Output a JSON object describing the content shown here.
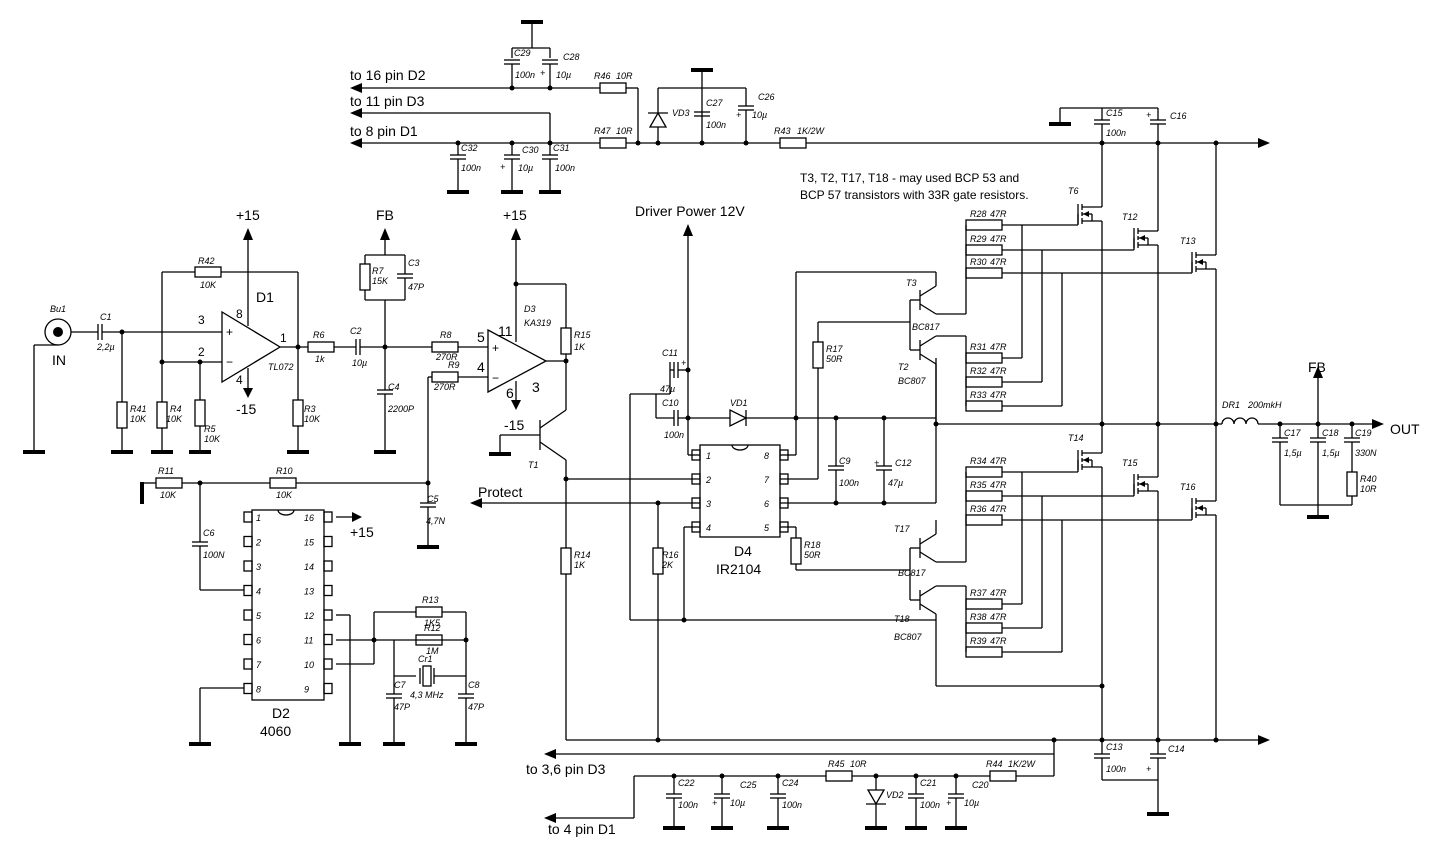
{
  "labels": {
    "d2_pin16": "to 16 pin D2",
    "d3_pin11": "to 11 pin D3",
    "d1_pin8": "to 8 pin D1",
    "d3_pin36": "to 3,6 pin D3",
    "d1_pin4": "to 4 pin D1",
    "driver_power": "Driver Power 12V",
    "protect": "Protect",
    "out": "OUT",
    "in": "IN",
    "fb1": "FB",
    "fb2": "FB",
    "plus15_a": "+15",
    "plus15_b": "+15",
    "plus15_c": "+15",
    "minus15_a": "-15",
    "minus15_b": "-15",
    "note_line1": "T3, T2, T17, T18 - may used BCP 53 and",
    "note_line2": "BCP 57 transistors with 33R gate resistors."
  },
  "ics": {
    "d1": {
      "ref": "D1",
      "part": "TL072",
      "pins": [
        "3",
        "2",
        "1",
        "8",
        "4"
      ]
    },
    "d3": {
      "ref": "D3",
      "part": "KA319",
      "pins": [
        "5",
        "4",
        "11",
        "6",
        "3"
      ]
    },
    "d2": {
      "ref": "D2",
      "part": "4060",
      "left_pins": [
        "1",
        "2",
        "3",
        "4",
        "5",
        "6",
        "7",
        "8"
      ],
      "right_pins": [
        "16",
        "15",
        "14",
        "13",
        "12",
        "11",
        "10",
        "9"
      ]
    },
    "d4": {
      "ref": "D4",
      "part": "IR2104",
      "left_pins": [
        "1",
        "2",
        "3",
        "4"
      ],
      "right_pins": [
        "8",
        "7",
        "6",
        "5"
      ]
    }
  },
  "transistors": {
    "t1": "T1",
    "t2": "T2",
    "t2_part": "BC807",
    "t3": "T3",
    "t3_part": "BC817",
    "t17": "T17",
    "t17_part": "BC817",
    "t18": "T18",
    "t18_part": "BC807",
    "t6": "T6",
    "t12": "T12",
    "t13": "T13",
    "t14": "T14",
    "t15": "T15",
    "t16": "T16"
  },
  "components": {
    "bu1": "Bu1",
    "c1": [
      "C1",
      "2,2µ"
    ],
    "r42": [
      "R42",
      "10K"
    ],
    "r41": [
      "R41",
      "10K"
    ],
    "r4": [
      "R4",
      "10K"
    ],
    "r5": [
      "R5",
      "10K"
    ],
    "r3": [
      "R3",
      "10K"
    ],
    "r6": [
      "R6",
      "1k"
    ],
    "c2": [
      "C2",
      "10µ"
    ],
    "r7": [
      "R7",
      "15K"
    ],
    "c3": [
      "C3",
      "47P"
    ],
    "c4": [
      "C4",
      "2200P"
    ],
    "r8": [
      "R8",
      "270R"
    ],
    "r9": [
      "R9",
      "270R"
    ],
    "r15": [
      "R15",
      "1K"
    ],
    "r14": [
      "R14",
      "1K"
    ],
    "r11": [
      "R11",
      "10K"
    ],
    "r10": [
      "R10",
      "10K"
    ],
    "c5": [
      "C5",
      "4,7N"
    ],
    "c6": [
      "C6",
      "100N"
    ],
    "r13": [
      "R13",
      "1K5"
    ],
    "r12": [
      "R12",
      "1M"
    ],
    "cr1": [
      "Cr1",
      "4,3 MHz"
    ],
    "c7": [
      "C7",
      "47P"
    ],
    "c8": [
      "C8",
      "47P"
    ],
    "c29": [
      "C29",
      "100n"
    ],
    "c28": [
      "C28",
      "10µ"
    ],
    "r46": [
      "R46",
      "10R"
    ],
    "r47": [
      "R47",
      "10R"
    ],
    "vd3": "VD3",
    "c27": [
      "C27",
      "100n"
    ],
    "c26": [
      "C26",
      "10µ"
    ],
    "r43": [
      "R43",
      "1K/2W"
    ],
    "c32": [
      "C32",
      "100n"
    ],
    "c30": [
      "C30",
      "10µ"
    ],
    "c31": [
      "C31",
      "100n"
    ],
    "c15": [
      "C15",
      "100n"
    ],
    "c16": "C16",
    "c11": [
      "C11",
      "47µ"
    ],
    "c10": [
      "C10",
      "100n"
    ],
    "vd1": "VD1",
    "c9": [
      "C9",
      "100n"
    ],
    "c12": [
      "C12",
      "47µ"
    ],
    "r16": [
      "R16",
      "2K"
    ],
    "r17": [
      "R17",
      "50R"
    ],
    "r18": [
      "R18",
      "50R"
    ],
    "gate_r": [
      "R28",
      "R29",
      "R30",
      "R31",
      "R32",
      "R33",
      "R34",
      "R35",
      "R36",
      "R37",
      "R38",
      "R39"
    ],
    "gate_v": "47R",
    "dr1": [
      "DR1",
      "200mkH"
    ],
    "c17": [
      "C17",
      "1,5µ"
    ],
    "c18": [
      "C18",
      "1,5µ"
    ],
    "c19": [
      "C19",
      "330N"
    ],
    "r40": [
      "R40",
      "10R"
    ],
    "c13": [
      "C13",
      "100n"
    ],
    "c14": "C14",
    "r45": [
      "R45",
      "10R"
    ],
    "vd2": "VD2",
    "c21": [
      "C21",
      "100n"
    ],
    "c20": [
      "C20",
      "10µ"
    ],
    "r44": [
      "R44",
      "1K/2W"
    ],
    "c22": [
      "C22",
      "100n"
    ],
    "c25": [
      "C25",
      "10µ"
    ],
    "c24": [
      "C24",
      "100n"
    ]
  }
}
